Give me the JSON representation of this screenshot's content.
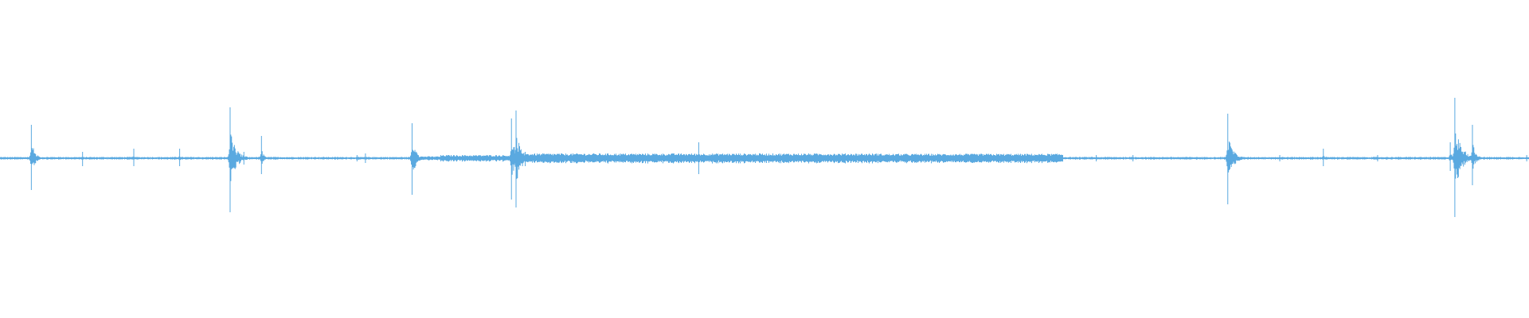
{
  "waveform": {
    "color": "#5aa9e0",
    "baseline_amplitude": 0.008,
    "segments": [
      {
        "start": 0.0,
        "end": 0.268,
        "amplitude": 0.008
      },
      {
        "start": 0.268,
        "end": 0.288,
        "amplitude": 0.012
      },
      {
        "start": 0.288,
        "end": 0.34,
        "amplitude": 0.02
      },
      {
        "start": 0.34,
        "end": 0.455,
        "amplitude": 0.03
      },
      {
        "start": 0.455,
        "end": 0.575,
        "amplitude": 0.03
      },
      {
        "start": 0.575,
        "end": 0.695,
        "amplitude": 0.028
      },
      {
        "start": 0.695,
        "end": 1.0,
        "amplitude": 0.008
      }
    ],
    "peaks": [
      {
        "t": 0.0205,
        "pos": 0.21,
        "neg": 0.2,
        "name": "peak-1"
      },
      {
        "t": 0.054,
        "pos": 0.04,
        "neg": 0.05,
        "name": "peak-2"
      },
      {
        "t": 0.0875,
        "pos": 0.06,
        "neg": 0.05,
        "name": "peak-3"
      },
      {
        "t": 0.1175,
        "pos": 0.06,
        "neg": 0.05,
        "name": "peak-4"
      },
      {
        "t": 0.1505,
        "pos": 0.32,
        "neg": 0.34,
        "name": "peak-5"
      },
      {
        "t": 0.1595,
        "pos": 0.04,
        "neg": 0.04,
        "name": "peak-6"
      },
      {
        "t": 0.171,
        "pos": 0.14,
        "neg": 0.1,
        "name": "peak-7"
      },
      {
        "t": 0.2335,
        "pos": 0.02,
        "neg": 0.02,
        "name": "peak-8"
      },
      {
        "t": 0.239,
        "pos": 0.03,
        "neg": 0.03,
        "name": "peak-9"
      },
      {
        "t": 0.2695,
        "pos": 0.22,
        "neg": 0.23,
        "name": "peak-10"
      },
      {
        "t": 0.3345,
        "pos": 0.25,
        "neg": 0.26,
        "name": "peak-11"
      },
      {
        "t": 0.3375,
        "pos": 0.3,
        "neg": 0.31,
        "name": "peak-12"
      },
      {
        "t": 0.3435,
        "pos": 0.04,
        "neg": 0.05,
        "name": "peak-13"
      },
      {
        "t": 0.457,
        "pos": 0.1,
        "neg": 0.1,
        "name": "peak-14"
      },
      {
        "t": 0.717,
        "pos": 0.02,
        "neg": 0.02,
        "name": "peak-15"
      },
      {
        "t": 0.741,
        "pos": 0.02,
        "neg": 0.02,
        "name": "peak-16"
      },
      {
        "t": 0.803,
        "pos": 0.28,
        "neg": 0.29,
        "name": "peak-17"
      },
      {
        "t": 0.837,
        "pos": 0.02,
        "neg": 0.02,
        "name": "peak-18"
      },
      {
        "t": 0.8655,
        "pos": 0.06,
        "neg": 0.05,
        "name": "peak-19"
      },
      {
        "t": 0.901,
        "pos": 0.02,
        "neg": 0.02,
        "name": "peak-20"
      },
      {
        "t": 0.9485,
        "pos": 0.1,
        "neg": 0.08,
        "name": "peak-21"
      },
      {
        "t": 0.9515,
        "pos": 0.38,
        "neg": 0.37,
        "name": "peak-22"
      },
      {
        "t": 0.9555,
        "pos": 0.07,
        "neg": 0.05,
        "name": "peak-23"
      },
      {
        "t": 0.963,
        "pos": 0.21,
        "neg": 0.17,
        "name": "peak-24"
      },
      {
        "t": 0.9985,
        "pos": 0.02,
        "neg": 0.02,
        "name": "peak-25"
      }
    ]
  }
}
